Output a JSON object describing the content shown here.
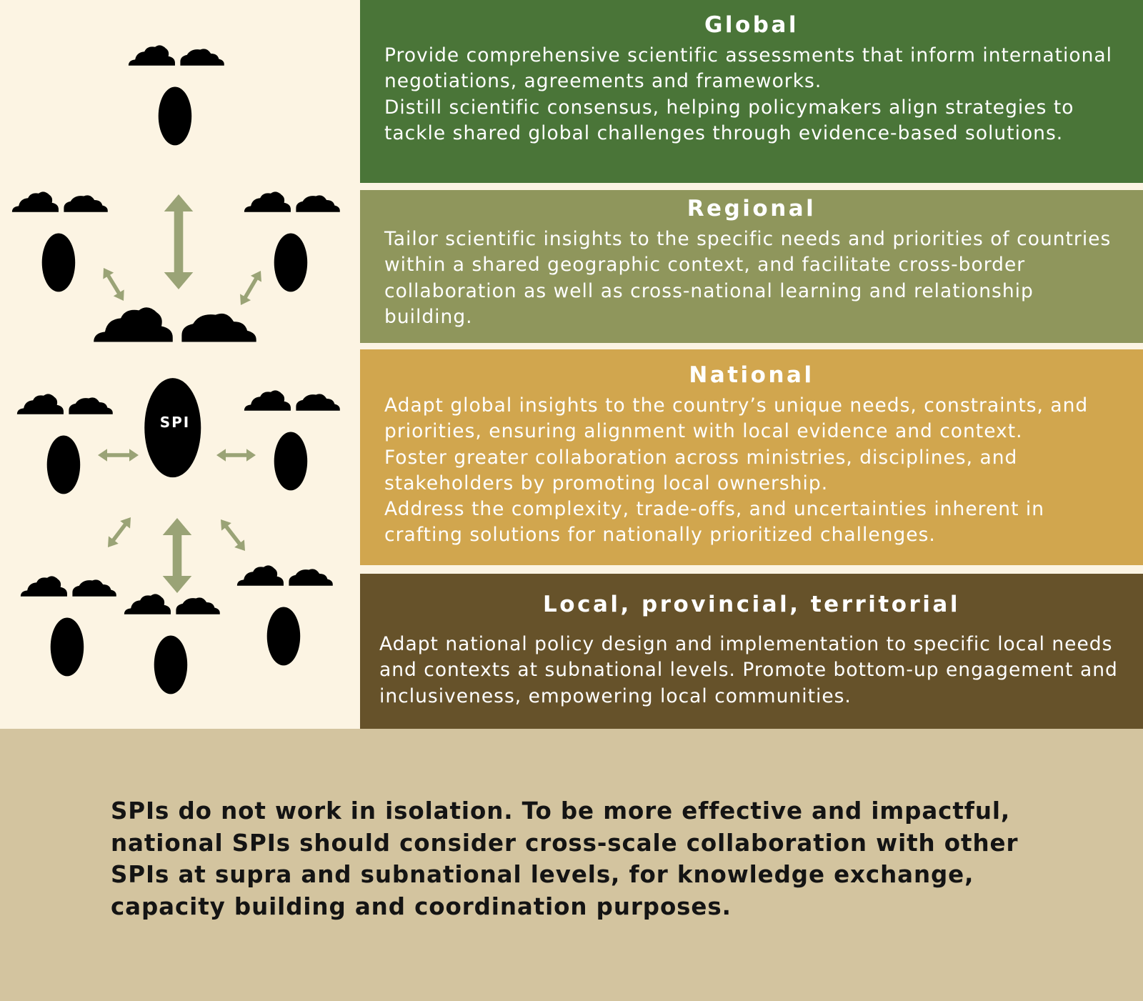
{
  "colors": {
    "background": "#fcf4e3",
    "global": "#4a7538",
    "regional": "#8f965c",
    "national": "#d1a64e",
    "local": "#66522a",
    "footer": "#d3c49f",
    "canopy": "#b3b58a",
    "trunk": "#e4c58a",
    "center_canopy": "#8c9a63",
    "center_trunk": "#d5a955",
    "arrow": "#9aa376"
  },
  "diagram": {
    "center_label": "SPI",
    "icon": "baobab-tree-icon"
  },
  "levels": [
    {
      "title": "Global",
      "paragraphs": [
        "Provide comprehensive scientific assessments that inform international negotiations, agreements and frameworks.",
        "Distill scientific consensus, helping policymakers align strategies to tackle shared global challenges through evidence-based solutions."
      ]
    },
    {
      "title": "Regional",
      "paragraphs": [
        "Tailor scientific insights to the specific needs and priorities of countries within a shared geographic context, and facilitate cross-border collaboration as well as cross-national learning and relationship building."
      ]
    },
    {
      "title": "National",
      "paragraphs": [
        "Adapt global insights to the country’s unique needs, constraints, and priorities, ensuring alignment with local evidence and context.",
        "Foster greater collaboration across ministries, disciplines, and stakeholders by promoting local ownership.",
        "Address the complexity, trade-offs, and uncertainties inherent in crafting solutions for nationally prioritized challenges."
      ]
    },
    {
      "title": "Local, provincial, territorial",
      "paragraphs": [
        "Adapt national policy design and implementation to specific local needs and contexts at subnational levels. Promote bottom-up engagement and inclusiveness, empowering local communities."
      ]
    }
  ],
  "footer": {
    "text": "SPIs do not work in isolation. To be more effective and impactful, national SPIs should consider cross-scale collaboration with other SPIs at supra and subnational levels, for knowledge exchange, capacity building and coordination purposes."
  }
}
